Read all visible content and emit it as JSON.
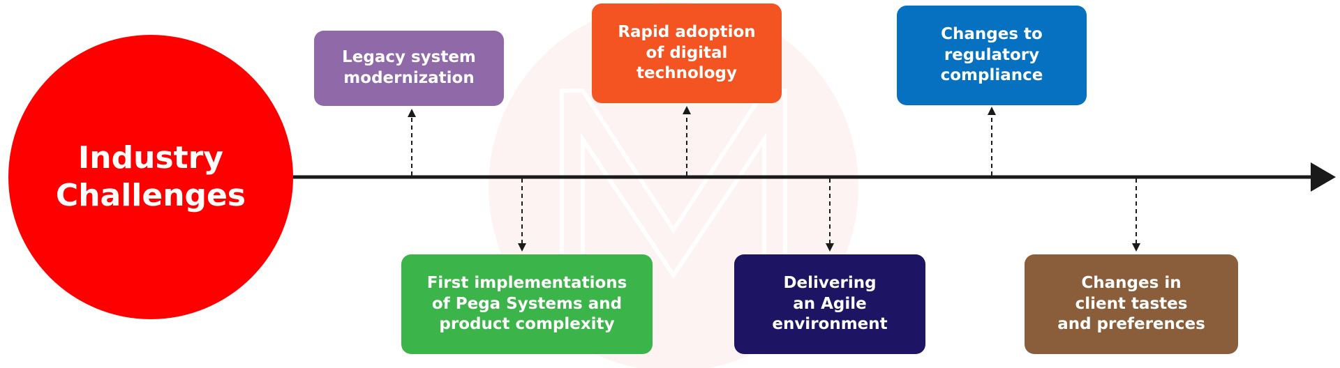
{
  "center": {
    "label": "Industry\nChallenges",
    "color": "#fe0000"
  },
  "watermark": {
    "color": "#fbe9ea"
  },
  "challenges": [
    {
      "id": "legacy",
      "label": "Legacy system\nmodernization",
      "color": "#8f69a8",
      "side": "top"
    },
    {
      "id": "rapid",
      "label": "Rapid adoption\nof digital\ntechnology",
      "color": "#f35422",
      "side": "top"
    },
    {
      "id": "reg",
      "label": "Changes to\nregulatory\ncompliance",
      "color": "#0571c0",
      "side": "top"
    },
    {
      "id": "pega",
      "label": "First implementations\nof Pega Systems and\nproduct complexity",
      "color": "#3bb54a",
      "side": "bottom"
    },
    {
      "id": "agile",
      "label": "Delivering\nan Agile\nenvironment",
      "color": "#1d1464",
      "side": "bottom"
    },
    {
      "id": "client",
      "label": "Changes in\nclient tastes\nand preferences",
      "color": "#8b5e3b",
      "side": "bottom"
    }
  ],
  "line_color": "#1a1a1a"
}
